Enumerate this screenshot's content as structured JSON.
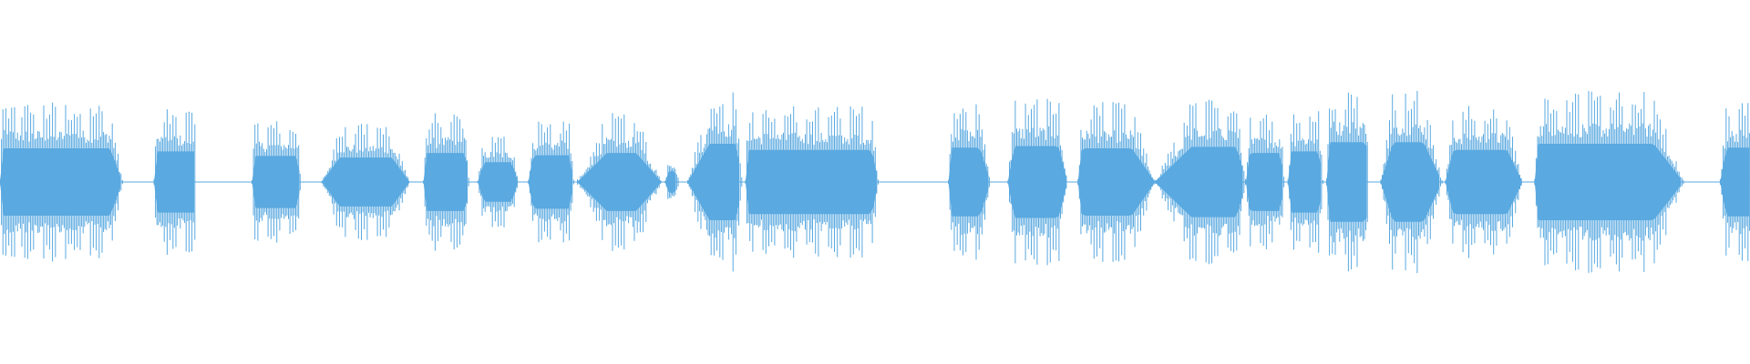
{
  "waveform": {
    "color": "#5aa9e0",
    "background": "#ffffff",
    "segments": [
      {
        "start": 0.0,
        "end": 0.07,
        "amp": 0.44,
        "attack": 0.01,
        "release": 0.1
      },
      {
        "start": 0.088,
        "end": 0.112,
        "amp": 0.4,
        "attack": 0.03,
        "release": 0.03
      },
      {
        "start": 0.144,
        "end": 0.172,
        "amp": 0.34,
        "attack": 0.02,
        "release": 0.08
      },
      {
        "start": 0.184,
        "end": 0.234,
        "amp": 0.32,
        "attack": 0.2,
        "release": 0.2
      },
      {
        "start": 0.242,
        "end": 0.268,
        "amp": 0.38,
        "attack": 0.05,
        "release": 0.06
      },
      {
        "start": 0.273,
        "end": 0.296,
        "amp": 0.26,
        "attack": 0.15,
        "release": 0.15
      },
      {
        "start": 0.302,
        "end": 0.328,
        "amp": 0.35,
        "attack": 0.1,
        "release": 0.1
      },
      {
        "start": 0.33,
        "end": 0.378,
        "amp": 0.38,
        "attack": 0.35,
        "release": 0.3
      },
      {
        "start": 0.38,
        "end": 0.388,
        "amp": 0.15,
        "attack": 0.3,
        "release": 0.3
      },
      {
        "start": 0.393,
        "end": 0.424,
        "amp": 0.5,
        "attack": 0.4,
        "release": 0.1
      },
      {
        "start": 0.426,
        "end": 0.502,
        "amp": 0.42,
        "attack": 0.02,
        "release": 0.05
      },
      {
        "start": 0.542,
        "end": 0.566,
        "amp": 0.45,
        "attack": 0.05,
        "release": 0.25
      },
      {
        "start": 0.576,
        "end": 0.61,
        "amp": 0.47,
        "attack": 0.1,
        "release": 0.15
      },
      {
        "start": 0.616,
        "end": 0.66,
        "amp": 0.44,
        "attack": 0.05,
        "release": 0.3
      },
      {
        "start": 0.66,
        "end": 0.712,
        "amp": 0.46,
        "attack": 0.4,
        "release": 0.1
      },
      {
        "start": 0.712,
        "end": 0.734,
        "amp": 0.38,
        "attack": 0.1,
        "release": 0.1
      },
      {
        "start": 0.736,
        "end": 0.756,
        "amp": 0.4,
        "attack": 0.1,
        "release": 0.1
      },
      {
        "start": 0.758,
        "end": 0.782,
        "amp": 0.52,
        "attack": 0.05,
        "release": 0.05
      },
      {
        "start": 0.789,
        "end": 0.824,
        "amp": 0.52,
        "attack": 0.2,
        "release": 0.3
      },
      {
        "start": 0.826,
        "end": 0.87,
        "amp": 0.42,
        "attack": 0.1,
        "release": 0.2
      },
      {
        "start": 0.877,
        "end": 0.962,
        "amp": 0.5,
        "attack": 0.02,
        "release": 0.2
      },
      {
        "start": 0.983,
        "end": 1.0,
        "amp": 0.45,
        "attack": 0.2,
        "release": 0.0
      }
    ]
  }
}
